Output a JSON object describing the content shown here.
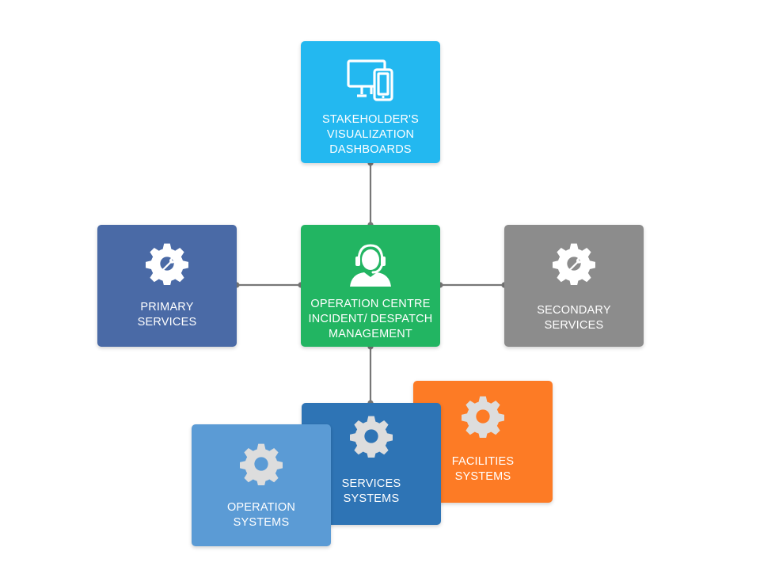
{
  "colors": {
    "dashboards": "#23b8f0",
    "operation_centre": "#22b562",
    "primary_services": "#4a6aa6",
    "secondary_services": "#8c8c8c",
    "facilities_systems": "#fd7b25",
    "services_systems": "#2e74b5",
    "operation_systems": "#5b9bd5",
    "connector": "#777777"
  },
  "nodes": {
    "dashboards": {
      "icon": "devices-icon",
      "lines": [
        "STAKEHOLDER'S",
        "VISUALIZATION",
        "DASHBOARDS"
      ]
    },
    "operation_centre": {
      "icon": "headset-operator-icon",
      "lines": [
        "OPERATION CENTRE",
        "INCIDENT/ DESPATCH",
        "MANAGEMENT"
      ]
    },
    "primary_services": {
      "icon": "gear-wrench-icon",
      "lines": [
        "PRIMARY",
        "SERVICES"
      ]
    },
    "secondary_services": {
      "icon": "gear-wrench-icon",
      "lines": [
        "SECONDARY",
        "SERVICES"
      ]
    },
    "facilities_systems": {
      "icon": "gear-icon",
      "lines": [
        "FACILITIES",
        "SYSTEMS"
      ]
    },
    "services_systems": {
      "icon": "gear-icon",
      "lines": [
        "SERVICES",
        "SYSTEMS"
      ]
    },
    "operation_systems": {
      "icon": "gear-icon",
      "lines": [
        "OPERATION",
        "SYSTEMS"
      ]
    }
  }
}
